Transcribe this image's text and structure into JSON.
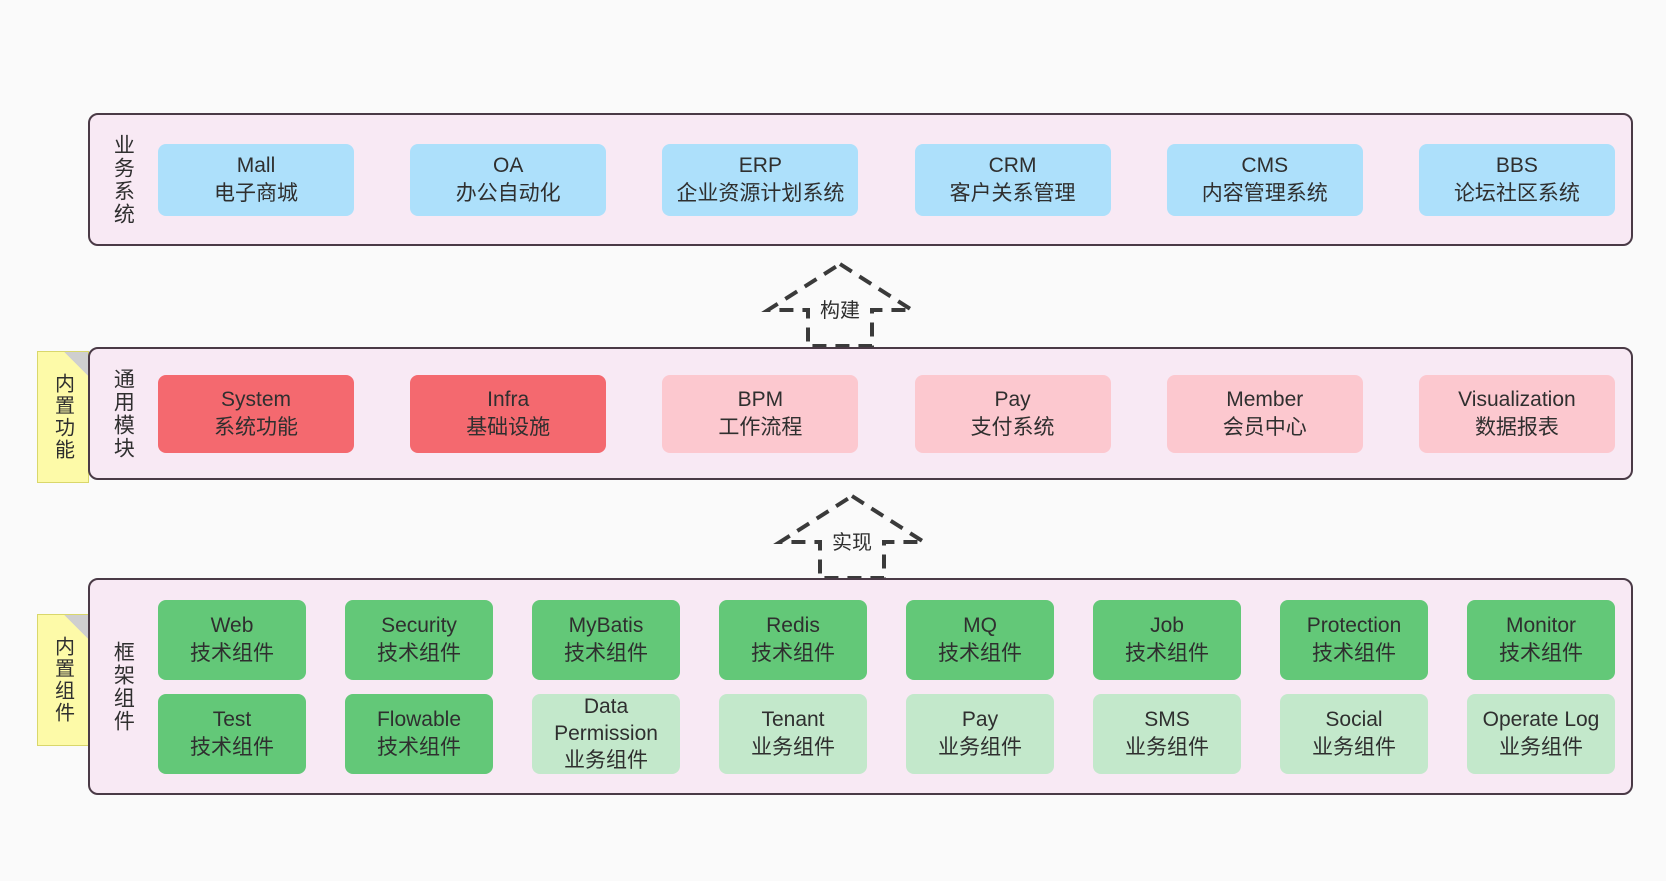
{
  "diagram": {
    "background_color": "#fafafa",
    "panel_background": "#f8e9f4",
    "panel_border": "#4a3a46"
  },
  "notes": [
    {
      "id": "built-in-functions",
      "label": "内置功能",
      "color": "#fdfaa8"
    },
    {
      "id": "built-in-components",
      "label": "内置组件",
      "color": "#fdfaa8"
    }
  ],
  "arrows": [
    {
      "id": "build",
      "label": "构建",
      "style": "dashed-block-arrow-up"
    },
    {
      "id": "implement",
      "label": "实现",
      "style": "dashed-block-arrow-up"
    }
  ],
  "layers": [
    {
      "id": "business-systems",
      "title": "业务系统",
      "rows": [
        {
          "cards": [
            {
              "name": "Mall",
              "sub": "电子商城",
              "color": "#ade0fb"
            },
            {
              "name": "OA",
              "sub": "办公自动化",
              "color": "#ade0fb"
            },
            {
              "name": "ERP",
              "sub": "企业资源计划系统",
              "color": "#ade0fb"
            },
            {
              "name": "CRM",
              "sub": "客户关系管理",
              "color": "#ade0fb"
            },
            {
              "name": "CMS",
              "sub": "内容管理系统",
              "color": "#ade0fb"
            },
            {
              "name": "BBS",
              "sub": "论坛社区系统",
              "color": "#ade0fb"
            }
          ]
        }
      ]
    },
    {
      "id": "common-modules",
      "title": "通用模块",
      "rows": [
        {
          "cards": [
            {
              "name": "System",
              "sub": "系统功能",
              "color": "#f4696f"
            },
            {
              "name": "Infra",
              "sub": "基础设施",
              "color": "#f4696f"
            },
            {
              "name": "BPM",
              "sub": "工作流程",
              "color": "#fcc8cf"
            },
            {
              "name": "Pay",
              "sub": "支付系统",
              "color": "#fcc8cf"
            },
            {
              "name": "Member",
              "sub": "会员中心",
              "color": "#fcc8cf"
            },
            {
              "name": "Visualization",
              "sub": "数据报表",
              "color": "#fcc8cf"
            }
          ]
        }
      ]
    },
    {
      "id": "framework-components",
      "title": "框架组件",
      "rows": [
        {
          "cards": [
            {
              "name": "Web",
              "sub": "技术组件",
              "color": "#63c878"
            },
            {
              "name": "Security",
              "sub": "技术组件",
              "color": "#63c878"
            },
            {
              "name": "MyBatis",
              "sub": "技术组件",
              "color": "#63c878"
            },
            {
              "name": "Redis",
              "sub": "技术组件",
              "color": "#63c878"
            },
            {
              "name": "MQ",
              "sub": "技术组件",
              "color": "#63c878"
            },
            {
              "name": "Job",
              "sub": "技术组件",
              "color": "#63c878"
            },
            {
              "name": "Protection",
              "sub": "技术组件",
              "color": "#63c878"
            },
            {
              "name": "Monitor",
              "sub": "技术组件",
              "color": "#63c878"
            }
          ]
        },
        {
          "cards": [
            {
              "name": "Test",
              "sub": "技术组件",
              "color": "#63c878"
            },
            {
              "name": "Flowable",
              "sub": "技术组件",
              "color": "#63c878"
            },
            {
              "name": "Data Permission",
              "sub": "业务组件",
              "color": "#c3e8cb"
            },
            {
              "name": "Tenant",
              "sub": "业务组件",
              "color": "#c3e8cb"
            },
            {
              "name": "Pay",
              "sub": "业务组件",
              "color": "#c3e8cb"
            },
            {
              "name": "SMS",
              "sub": "业务组件",
              "color": "#c3e8cb"
            },
            {
              "name": "Social",
              "sub": "业务组件",
              "color": "#c3e8cb"
            },
            {
              "name": "Operate Log",
              "sub": "业务组件",
              "color": "#c3e8cb"
            }
          ]
        }
      ]
    }
  ]
}
